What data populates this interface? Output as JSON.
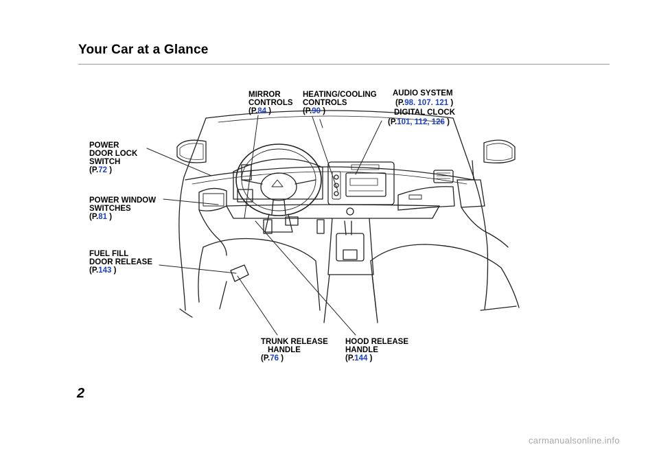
{
  "page": {
    "title": "Your Car at a Glance",
    "page_number": "2",
    "watermark": "carmanualsonline.info"
  },
  "colors": {
    "link_blue": "#1a3fcf",
    "rule_gray": "#9a9a9a"
  },
  "callouts": {
    "mirror": {
      "lines": [
        "MIRROR",
        "CONTROLS"
      ],
      "pre": "(P.",
      "nums": "84",
      "post": " )"
    },
    "heating": {
      "lines": [
        "HEATING/COOLING",
        "CONTROLS"
      ],
      "pre": "(P.",
      "nums": "90",
      "post": " )"
    },
    "audio": {
      "lines": [
        "AUDIO SYSTEM"
      ],
      "pre": "(P.",
      "nums": "98. 107. 121",
      "post": " )"
    },
    "clock": {
      "lines": [
        "DIGITAL CLOCK"
      ],
      "pre": "(P.",
      "nums": "101, 112, 126",
      "post": " )"
    },
    "door_lock": {
      "lines": [
        "POWER",
        "DOOR LOCK",
        "SWITCH"
      ],
      "pre": "(P.",
      "nums": "72",
      "post": " )"
    },
    "window": {
      "lines": [
        "POWER WINDOW",
        "SWITCHES"
      ],
      "pre": "(P.",
      "nums": "81",
      "post": " )"
    },
    "fuel": {
      "lines": [
        "FUEL FILL",
        "DOOR RELEASE"
      ],
      "pre": "(P.",
      "nums": "143",
      "post": " )"
    },
    "trunk": {
      "lines": [
        "TRUNK RELEASE",
        "HANDLE"
      ],
      "pre": "(P.",
      "nums": "76",
      "post": " )"
    },
    "hood": {
      "lines": [
        "HOOD RELEASE",
        "HANDLE"
      ],
      "pre": "(P.",
      "nums": "144",
      "post": " )"
    }
  }
}
